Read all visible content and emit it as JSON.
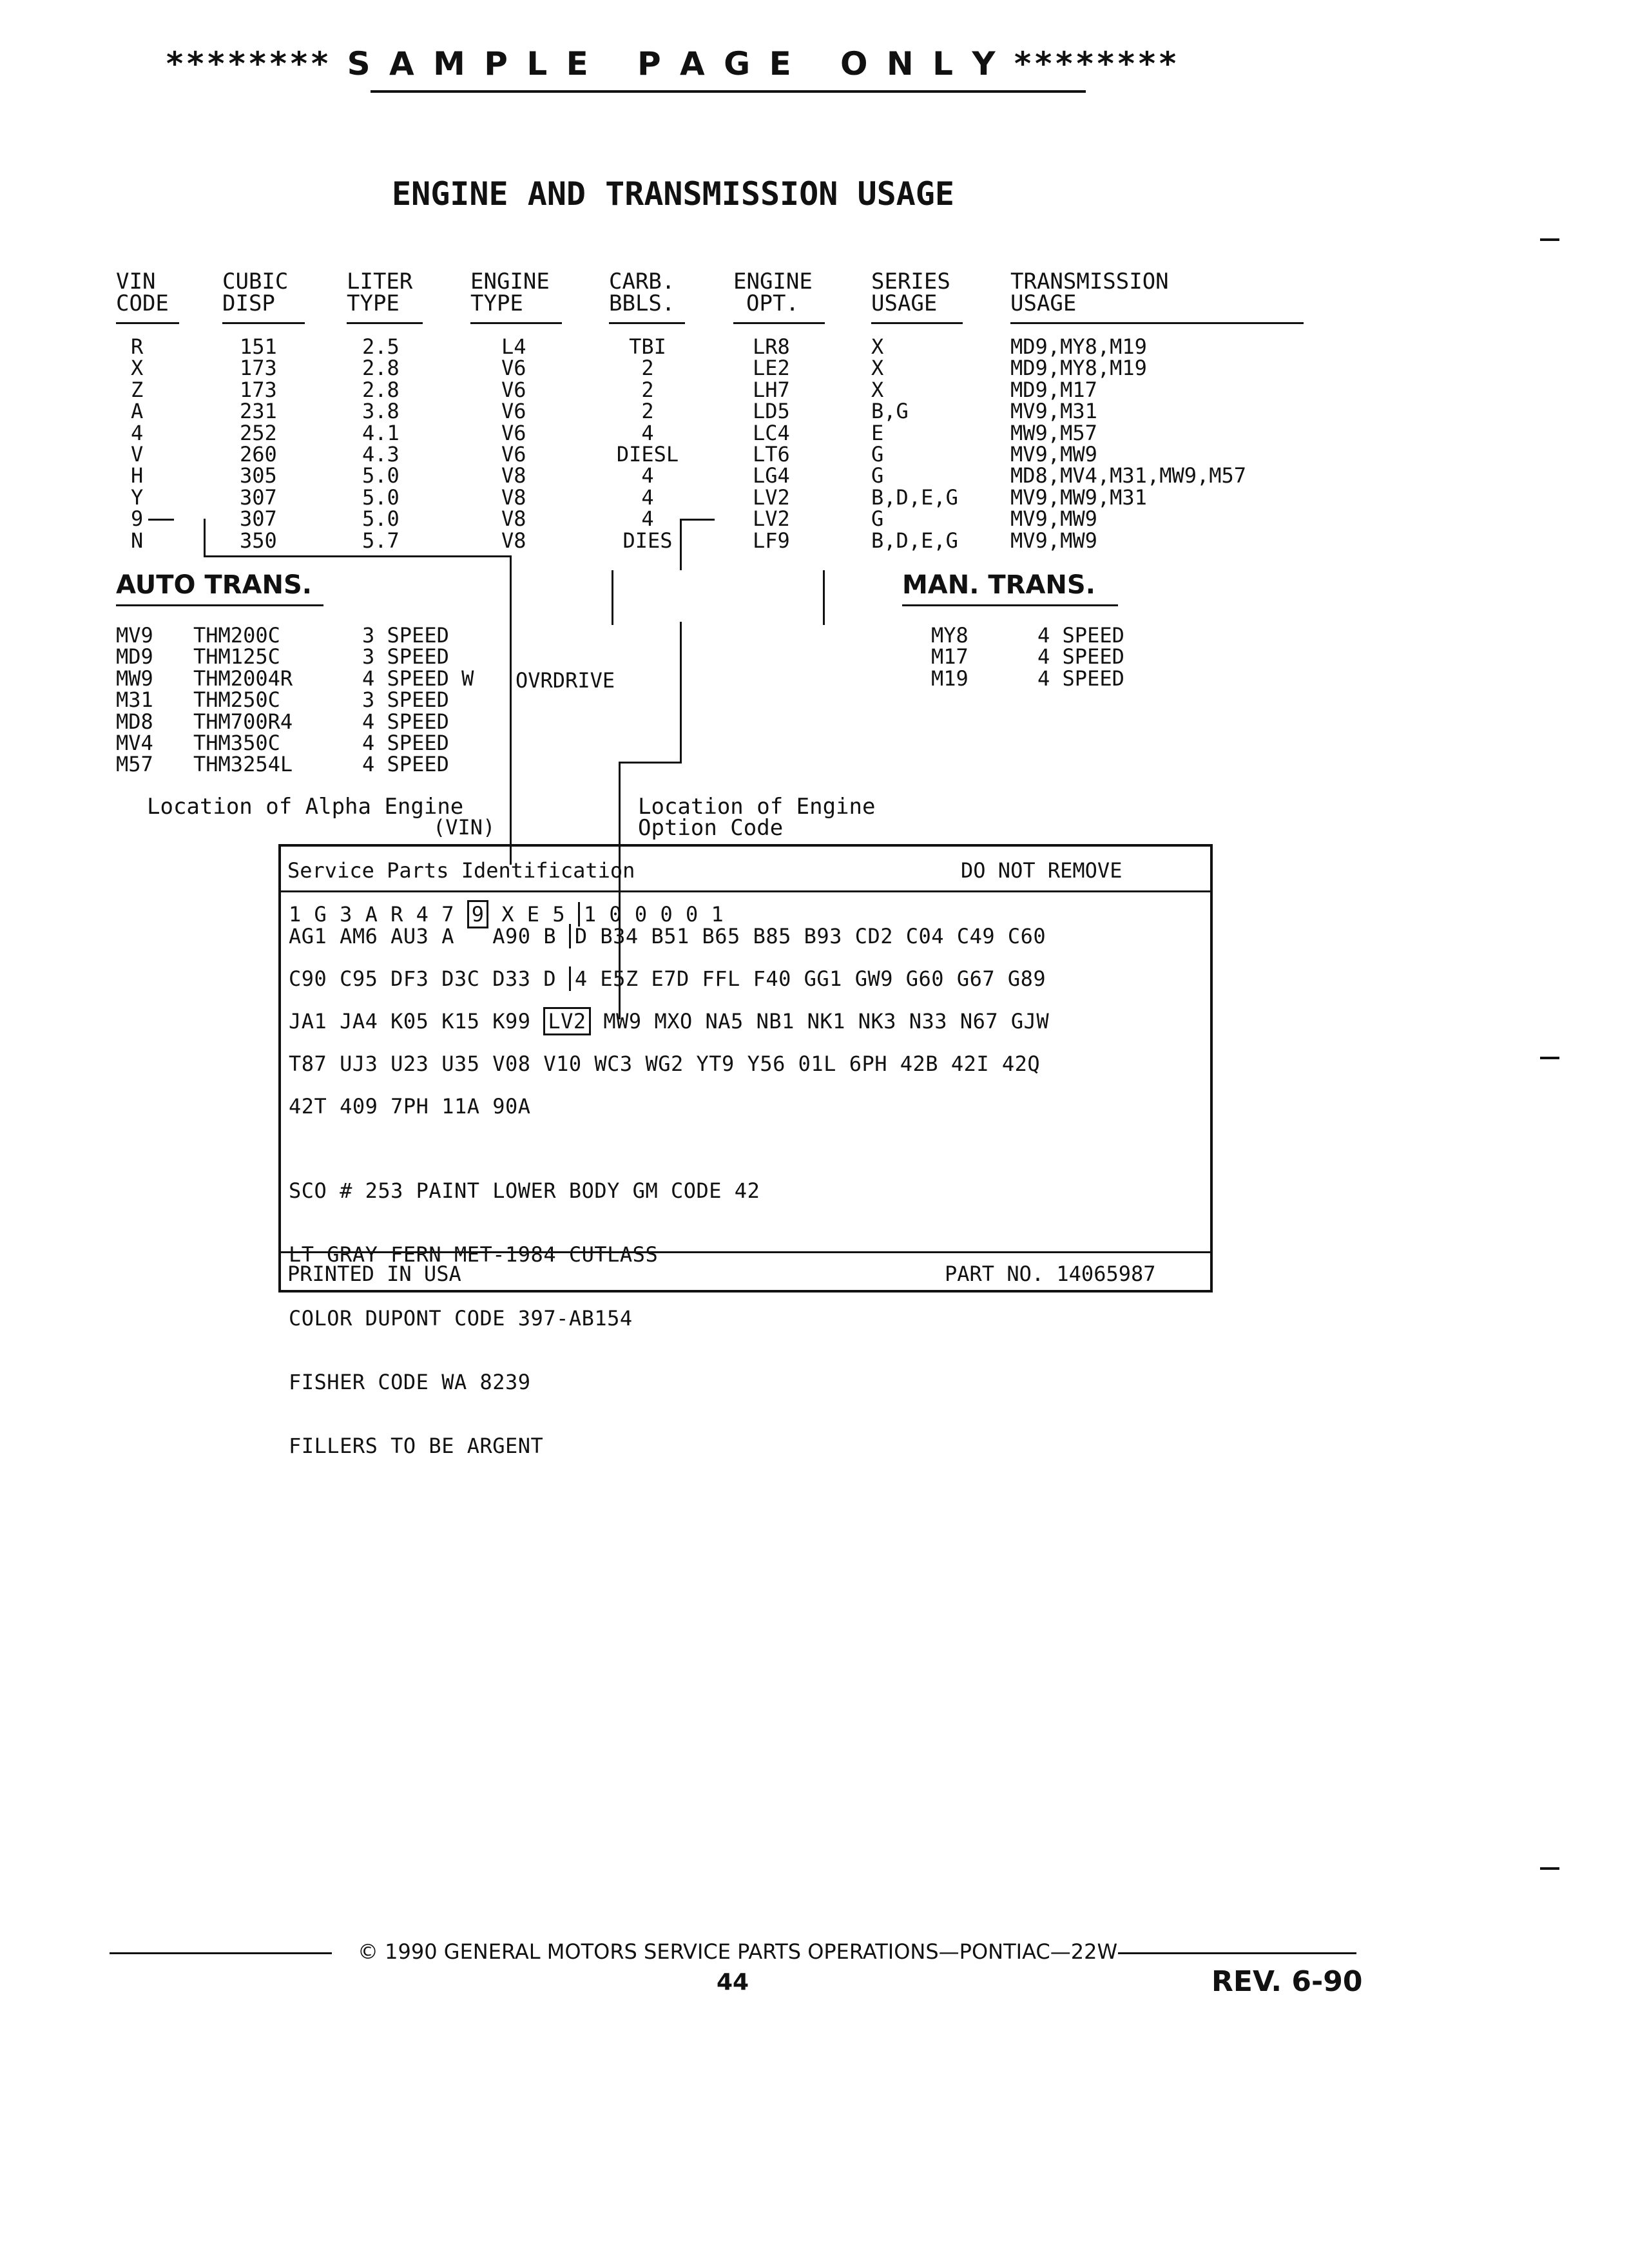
{
  "banner": "******** S A M P L E   P A G E   O N L Y ********",
  "title": "ENGINE AND TRANSMISSION USAGE",
  "engine_table": {
    "headers": [
      {
        "line1": "VIN",
        "line2": "CODE"
      },
      {
        "line1": "CUBIC",
        "line2": "DISP"
      },
      {
        "line1": "LITER",
        "line2": "TYPE"
      },
      {
        "line1": "ENGINE",
        "line2": "TYPE"
      },
      {
        "line1": "CARB.",
        "line2": "BBLS."
      },
      {
        "line1": "ENGINE",
        "line2": "OPT."
      },
      {
        "line1": "SERIES",
        "line2": "USAGE"
      },
      {
        "line1": "TRANSMISSION",
        "line2": "USAGE"
      }
    ],
    "vin_code": [
      "R",
      "X",
      "Z",
      "A",
      "4",
      "V",
      "H",
      "Y",
      "9",
      "N"
    ],
    "cubic_disp": [
      "151",
      "173",
      "173",
      "231",
      "252",
      "260",
      "305",
      "307",
      "307",
      "350"
    ],
    "liter_type": [
      "2.5",
      "2.8",
      "2.8",
      "3.8",
      "4.1",
      "4.3",
      "5.0",
      "5.0",
      "5.0",
      "5.7"
    ],
    "engine_type": [
      "L4",
      "V6",
      "V6",
      "V6",
      "V6",
      "V6",
      "V8",
      "V8",
      "V8",
      "V8"
    ],
    "carb_bbls": [
      "TBI",
      "2",
      "2",
      "2",
      "4",
      "DIESL",
      "4",
      "4",
      "4",
      "DIES"
    ],
    "engine_opt": [
      "LR8",
      "LE2",
      "LH7",
      "LD5",
      "LC4",
      "LT6",
      "LG4",
      "LV2",
      "LV2",
      "LF9"
    ],
    "series_usage": [
      "X",
      "X",
      "X",
      "B,G",
      "E",
      "G",
      "G",
      "B,D,E,G",
      "G",
      "B,D,E,G"
    ],
    "transmission_usage": [
      "MD9,MY8,M19",
      "MD9,MY8,M19",
      "MD9,M17",
      "MV9,M31",
      "MW9,M57",
      "MV9,MW9",
      "MD8,MV4,M31,MW9,M57",
      "MV9,MW9,M31",
      "MV9,MW9",
      "MV9,MW9"
    ]
  },
  "auto_trans": {
    "heading": "AUTO TRANS.",
    "codes": [
      "MV9",
      "MD9",
      "MW9",
      "M31",
      "MD8",
      "MV4",
      "M57"
    ],
    "models": [
      "THM200C",
      "THM125C",
      "THM2004R",
      "THM250C",
      "THM700R4",
      "THM350C",
      "THM3254L"
    ],
    "speeds": [
      "3 SPEED",
      "3 SPEED",
      "4 SPEED W",
      "3 SPEED",
      "4 SPEED",
      "4 SPEED",
      "4 SPEED"
    ],
    "overdrive_note": "OVRDRIVE"
  },
  "man_trans": {
    "heading": "MAN. TRANS.",
    "codes": [
      "MY8",
      "M17",
      "M19"
    ],
    "speeds": [
      "4 SPEED",
      "4 SPEED",
      "4 SPEED"
    ]
  },
  "callouts": {
    "vin_location_line1": "Location of Alpha Engine",
    "vin_location_line2": "(VIN)",
    "option_location_line1": "Location of Engine",
    "option_location_line2": "Option Code"
  },
  "label": {
    "header_left": "Service Parts Identification",
    "header_right": "DO NOT REMOVE",
    "vin_row_a": "1 G 3 A R 4 7",
    "vin_row_vin": "9",
    "vin_row_b": "X E 5",
    "vin_row_c": "1 0 0 0 0 1",
    "row1a": "AG1 AM6 AU3 A",
    "row1b": "A90 B",
    "row1c": "D B34 B51 B65 B85 B93 CD2 C04 C49 C60",
    "row2a": "C90 C95 DF3 D3C D33 D",
    "row2b": "4 E5Z E7D FFL F40 GG1 GW9 G60 G67 G89",
    "row3a": "JA1 JA4 K05 K15 K99",
    "row3_opt": "LV2",
    "row3b": "MW9 MXO NA5 NB1 NK1 NK3 N33 N67 GJW",
    "row4": "T87 UJ3 U23 U35 V08 V10 WC3 WG2 YT9 Y56 01L 6PH 42B 42I 42Q",
    "row5": "42T 409 7PH 11A 90A",
    "notes": [
      "SCO # 253 PAINT LOWER BODY GM CODE 42",
      "LT GRAY FERN MET-1984 CUTLASS",
      "COLOR DUPONT CODE 397-AB154",
      "FISHER CODE WA 8239",
      "FILLERS TO BE ARGENT"
    ],
    "footer_left": "PRINTED IN USA",
    "footer_right": "PART NO. 14065987"
  },
  "footer": {
    "copyright": "© 1990 GENERAL MOTORS SERVICE PARTS OPERATIONS—PONTIAC—22W",
    "page_number": "44",
    "revision": "REV. 6-90"
  }
}
